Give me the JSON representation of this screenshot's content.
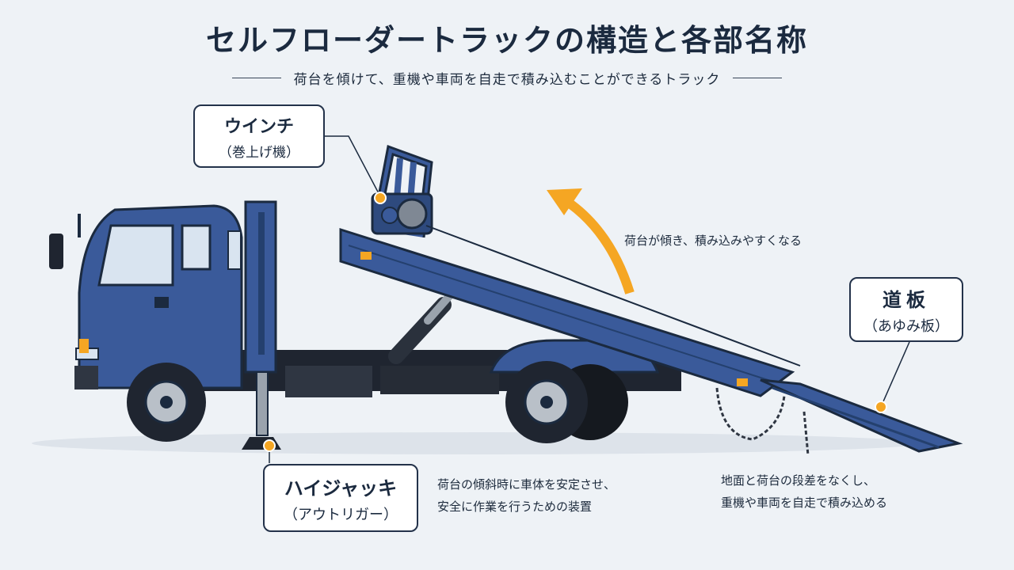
{
  "title": "セルフローダートラックの構造と各部名称",
  "subtitle": "荷台を傾けて、重機や車両を自走で積み込むことができるトラック",
  "labels": {
    "winch": {
      "name": "ウインチ",
      "sub": "（巻上げ機）"
    },
    "ramp": {
      "name": "道板",
      "sub": "（あゆみ板）"
    },
    "jack": {
      "name": "ハイジャッキ",
      "sub": "（アウトリガー）"
    }
  },
  "notes": {
    "tilt": "荷台が傾き、積み込みやすくなる",
    "jack_line1": "荷台の傾斜時に車体を安定させ、",
    "jack_line2": "安全に作業を行うための装置",
    "ramp_line1": "地面と荷台の段差をなくし、",
    "ramp_line2": "重機や車両を自走で積み込める"
  },
  "colors": {
    "truck_blue": "#3a5a9a",
    "accent_orange": "#f5a623",
    "outline": "#1b2a3f",
    "background": "#eef2f6"
  }
}
